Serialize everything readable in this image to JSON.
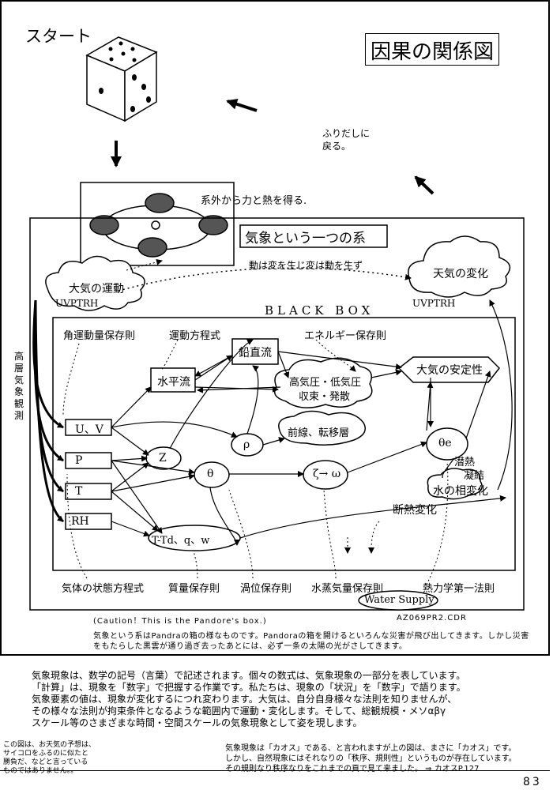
{
  "start_label": "スタート",
  "title": "因果の関係図",
  "return_note": [
    "ふりだしに",
    "戻る。"
  ],
  "external_force": "系外から力と熱を得る.",
  "meteo_system": "気象という一つの系",
  "dynamic_note": "動は変を生じ変は動を生ず",
  "atmos_motion": "大気の運動",
  "weather_change": "天気の変化",
  "uvptrh_left": "UVPTRH",
  "uvptrh_right": "UVPTRH",
  "black_box": "BLACK BOX",
  "upper_obs": "高層気象観測",
  "laws_top": {
    "angular": "角運動量保存則",
    "motion": "運動方程式",
    "energy": "エネルギー保存則"
  },
  "nodes": {
    "vertical": "鉛直流",
    "horizontal": "水平流",
    "stability": "大気の安定性",
    "pressure": "高気圧・低気圧",
    "convergence": "収束・発散",
    "front": "前線、転移層",
    "uv": "U、V",
    "p": "P",
    "t": "T",
    "rh": "RH",
    "z": "Z",
    "rho": "ρ",
    "theta": "θ",
    "zeta_omega": "ζ→ ω",
    "theta_e": "θe",
    "latent": "潜熱",
    "condense": "凝結",
    "phase": "水の相変化",
    "adiabatic": "断熱変化",
    "ttd": "T-Td、q、w",
    "water_supply": "Water Supply"
  },
  "laws_bottom": {
    "state": "気体の状態方程式",
    "mass": "質量保存則",
    "vorticity": "渦位保存則",
    "vapor": "水蒸気量保存則",
    "thermo": "熱力学第一法則"
  },
  "caption": "(Caution！This is the Pandore's box.)",
  "code": "AZ069PR2.CDR",
  "pandora_note": "気象という系はPandraの箱の様なものです。Pandoraの箱を開けるといろんな災害が飛び出してきます。しかし災害をもたらした黒雲が通り過ぎ去ったあとには、必ず一条の太陽の光がさしてきます。",
  "bottom_text": [
    "気象現象は、数学の記号（言葉）で記述されます。個々の数式は、気象現象の一部分を表しています。",
    "「計算」は、現象を「数字」で把握する作業です。私たちは、現象の「状況」を「数字」で語ります。",
    "気象要素の値は、現象が変化するにつれ変わります。大気は、自分自身様々な法則を知りませんが、",
    "その様々な法則が拘束条件となるような範囲内で運動・変化します。そして、総観規模・メソαβγ",
    "スケール等のさまざまな時間・空間スケールの気象現象として姿を現します。"
  ],
  "left_note": [
    "この図は、お天気の予想は、",
    "サイコロをふるのに似たと",
    "勝負だ、などと言っている",
    "ものではありません。。"
  ],
  "right_note": [
    "気象現象は「カオス」である、と言われますが上の図は、まさに「カオス」です。",
    "しかし、自然現象にはそれなりの「秩序、規則性」というものが存在しています。",
    "その規則なり秩序なりをこれまでの頁で見て来ました。 ⇒ カオスP.127"
  ],
  "page_number": "83"
}
